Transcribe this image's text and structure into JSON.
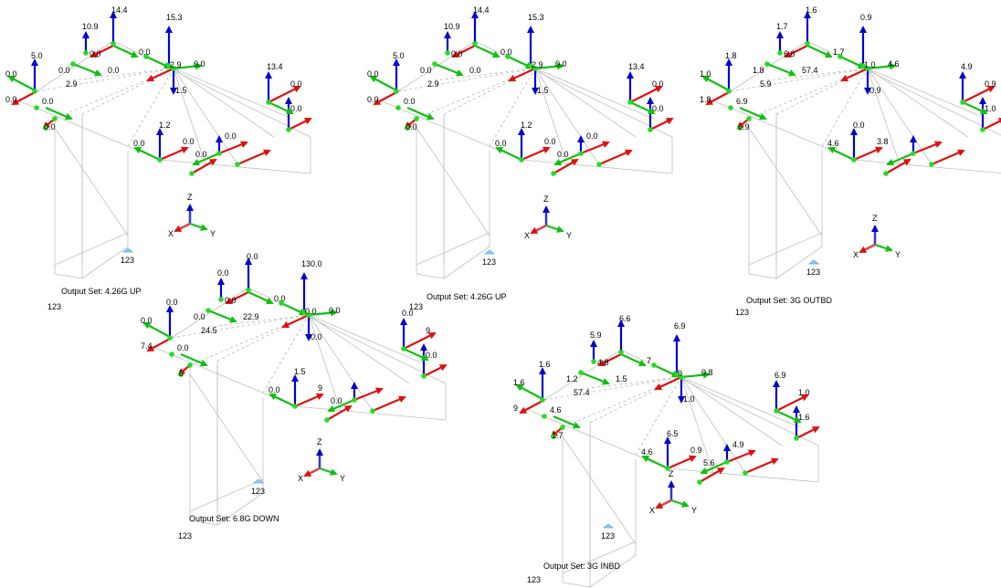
{
  "colors": {
    "x_axis": "#e01010",
    "y_axis": "#10c010",
    "z_axis": "#0000cc",
    "node": "#22dd22",
    "wire": "#bfbfbf"
  },
  "triad_axes": [
    "Z",
    "X",
    "Y"
  ],
  "panels": [
    {
      "id": "p1",
      "title": "Output Set: 4.26G UP",
      "node_label": "123",
      "support_label": "123",
      "values": [
        "14.4",
        "10.9",
        "15.3",
        "5.0",
        "0.0",
        "0.0",
        "0.0",
        "0.0",
        "0.0",
        "2.9",
        "0.0",
        "0.0",
        "1.5",
        "13.4",
        "0.0",
        "0.0",
        "0.0",
        "2.9",
        "0.0",
        "1.2",
        "0.0",
        "0.0",
        "0.0",
        "0.0"
      ]
    },
    {
      "id": "p2",
      "title": "Output Set: 4.26G UP",
      "node_label": "123",
      "support_label": "123",
      "values": [
        "14.4",
        "10.9",
        "15.3",
        "5.0",
        "0.0",
        "0.0",
        "0.0",
        "0.0",
        "0.0",
        "2.9",
        "0.0",
        "0.0",
        "1.5",
        "13.4",
        "0.0",
        "0.0",
        "0.0",
        "2.9",
        "0.0",
        "1.2",
        "0.0",
        "0.0",
        "0.0",
        "0.0"
      ]
    },
    {
      "id": "p3",
      "title": "Output Set: 3G OUTBD",
      "node_label": "123",
      "support_label": "123",
      "values": [
        "1.6",
        "1.7",
        "0.9",
        "1.8",
        "1.0",
        "1.8",
        "6.6",
        "57.4",
        "1.7",
        "5.9",
        "6.9",
        "1.8",
        "0.9",
        "4.9",
        "0.9",
        "1.0",
        "6.9",
        "1.0",
        "4.6",
        "0.0",
        "4.6",
        "3.8"
      ]
    },
    {
      "id": "p4",
      "title": "Output Set: 6.8G DOWN",
      "node_label": "123",
      "support_label": "123",
      "values": [
        "0.0",
        "0.0",
        "130.0",
        "0.0",
        "0.0",
        "0.0",
        "0.0",
        "22.9",
        "0.0",
        "24.5",
        "0.0",
        "7.4",
        "0.0",
        "0.0",
        "9",
        "0.0",
        "6",
        "0.0",
        "0.0",
        "1.5",
        "0.0",
        "9",
        "0.0"
      ]
    },
    {
      "id": "p5",
      "title": "Output Set: 3G INBD",
      "node_label": "123",
      "support_label": "123",
      "values": [
        "6.6",
        "5.9",
        "6.9",
        "1.6",
        "1.6",
        "1.2",
        "4.8",
        "1.5",
        "7",
        "57.4",
        "4.6",
        "9",
        "1.0",
        "6.9",
        "1.0",
        "1.6",
        "1.7",
        "9",
        "0.8",
        "6.5",
        "4.6",
        "0.9",
        "5.6",
        "4.9"
      ]
    }
  ]
}
